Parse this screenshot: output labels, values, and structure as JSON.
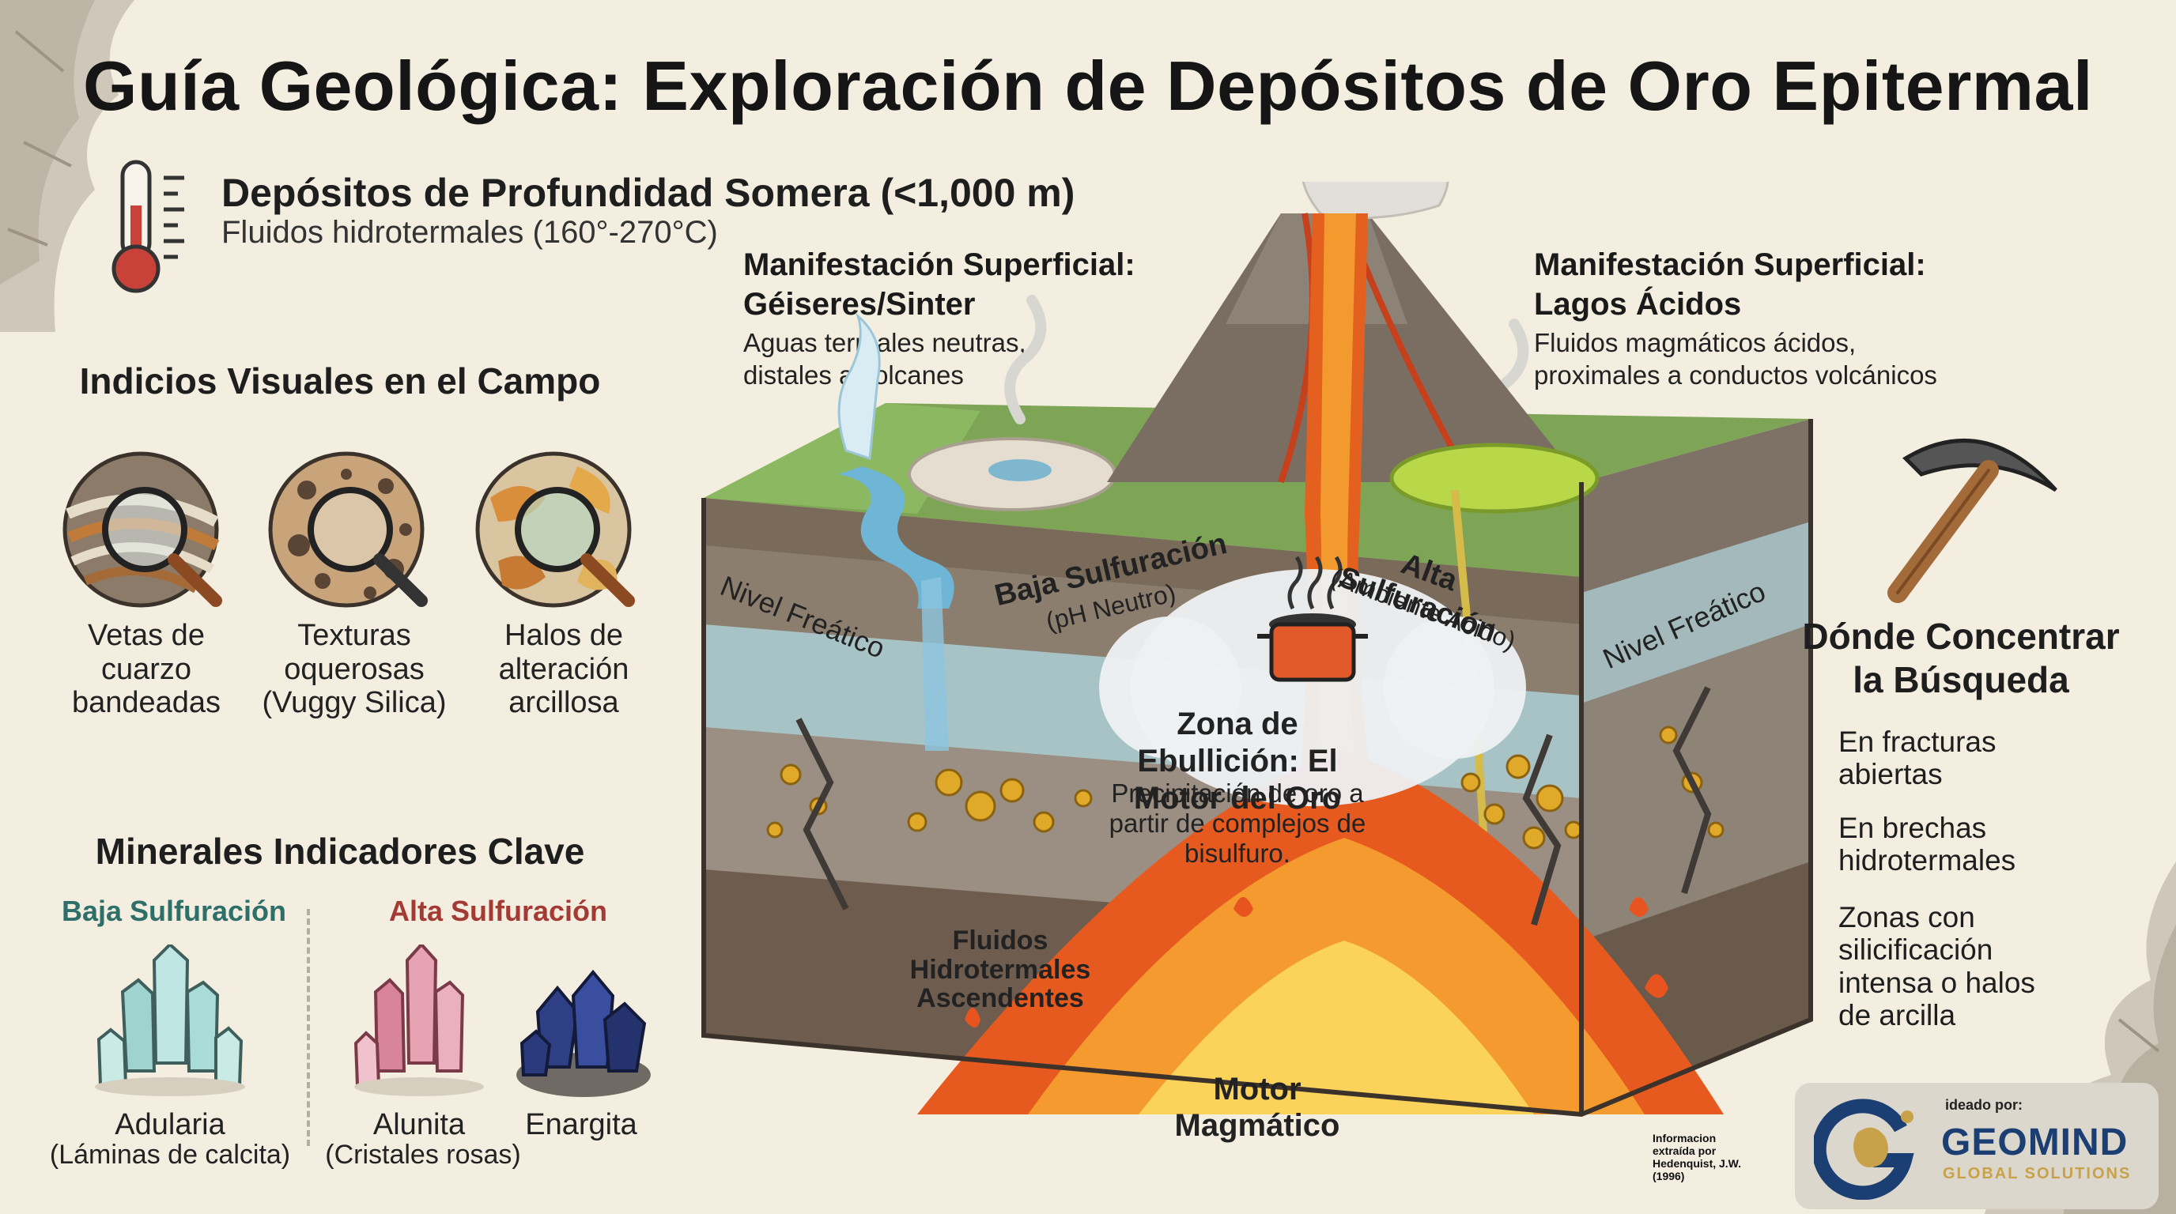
{
  "title": "Guía Geológica: Exploración de Depósitos de Oro Epitermal",
  "depth": {
    "title": "Depósitos de Profundidad Somera (<1,000 m)",
    "subtitle": "Fluidos hidrotermales (160°-270°C)"
  },
  "visual_cues": {
    "heading": "Indicios Visuales en el Campo",
    "items": [
      {
        "label": "Vetas de cuarzo bandeadas",
        "icon": "banded-quartz-magnifier-icon"
      },
      {
        "label": "Texturas oquerosas (Vuggy Silica)",
        "icon": "vuggy-silica-magnifier-icon"
      },
      {
        "label": "Halos de alteración arcillosa",
        "icon": "clay-alteration-magnifier-icon"
      }
    ]
  },
  "minerals": {
    "heading": "Minerales Indicadores Clave",
    "low_title": "Baja Sulfuración",
    "high_title": "Alta Sulfuración",
    "adularia": {
      "name": "Adularia",
      "note": "(Láminas de calcita)"
    },
    "alunita": {
      "name": "Alunita",
      "note": "(Cristales rosas)"
    },
    "enargita": {
      "name": "Enargita"
    }
  },
  "manifestation_left": {
    "title": "Manifestación Superficial: Géiseres/Sinter",
    "text": "Aguas termales neutras, distales a volcanes"
  },
  "manifestation_right": {
    "title": "Manifestación Superficial: Lagos Ácidos",
    "text": "Fluidos magmáticos ácidos, proximales a conductos volcánicos"
  },
  "diagram": {
    "water_table_left": "Nivel Freático",
    "water_table_right": "Nivel Freático",
    "low_sulf": "Baja Sulfuración",
    "low_sulf_sub": "(pH Neutro)",
    "high_sulf": "Alta Sulfuración",
    "high_sulf_sub": "(Ambiente Ácido)",
    "boiling_title": "Zona de Ebullición: El Motor del Oro",
    "boiling_text": "Precipitación de oro a partir de complejos de bisulfuro.",
    "fluids": "Fluidos Hidrotermales Ascendentes",
    "engine": "Motor Magmático"
  },
  "search": {
    "heading": "Dónde Concentrar la Búsqueda",
    "items": [
      "En fracturas abiertas",
      "En brechas hidrotermales",
      "Zonas con silicificación intensa o halos de arcilla"
    ]
  },
  "credit": {
    "source": "Informacion extraída por Hedenquist, J.W. (1996)",
    "ideado": "ideado por:",
    "brand": "GEOMIND",
    "brand_sub": "GLOBAL SOLUTIONS"
  },
  "colors": {
    "background": "#f3eee0",
    "low_sulf": "#2f6f6a",
    "high_sulf": "#a33a34",
    "brand": "#1c3f73",
    "gold": "#e0a92a",
    "lava": "#e8541f"
  }
}
